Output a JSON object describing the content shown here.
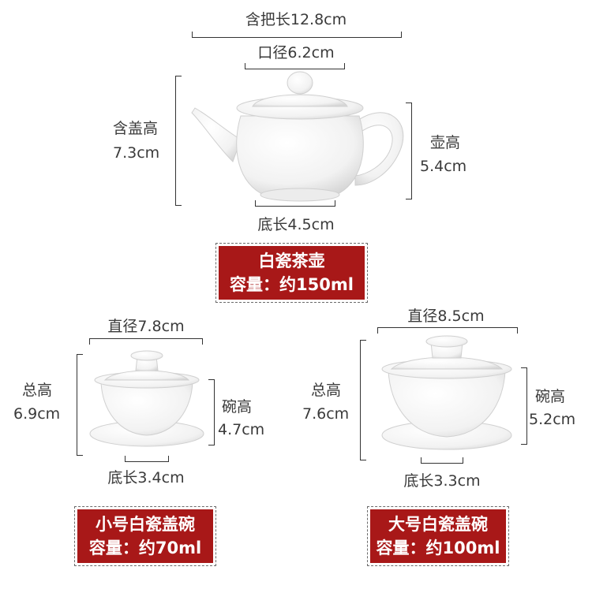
{
  "teapot": {
    "length_with_handle": "含把长12.8cm",
    "mouth_diameter": "口径6.2cm",
    "height_with_lid_line1": "含盖高",
    "height_with_lid_line2": "7.3cm",
    "pot_height_line1": "壶高",
    "pot_height_line2": "5.4cm",
    "base_length": "底长4.5cm",
    "tag_name": "白瓷茶壶",
    "tag_capacity": "容量：约150ml"
  },
  "small_gaiwan": {
    "diameter": "直径7.8cm",
    "total_height_line1": "总高",
    "total_height_line2": "6.9cm",
    "bowl_height_line1": "碗高",
    "bowl_height_line2": "4.7cm",
    "base_length": "底长3.4cm",
    "tag_name": "小号白瓷盖碗",
    "tag_capacity": "容量：约70ml"
  },
  "large_gaiwan": {
    "diameter": "直径8.5cm",
    "total_height_line1": "总高",
    "total_height_line2": "7.6cm",
    "bowl_height_line1": "碗高",
    "bowl_height_line2": "5.2cm",
    "base_length": "底长3.3cm",
    "tag_name": "大号白瓷盖碗",
    "tag_capacity": "容量：约100ml"
  },
  "colors": {
    "tag_bg": "#a81818",
    "line": "#333333",
    "porcelain": "#f4f4f4"
  }
}
